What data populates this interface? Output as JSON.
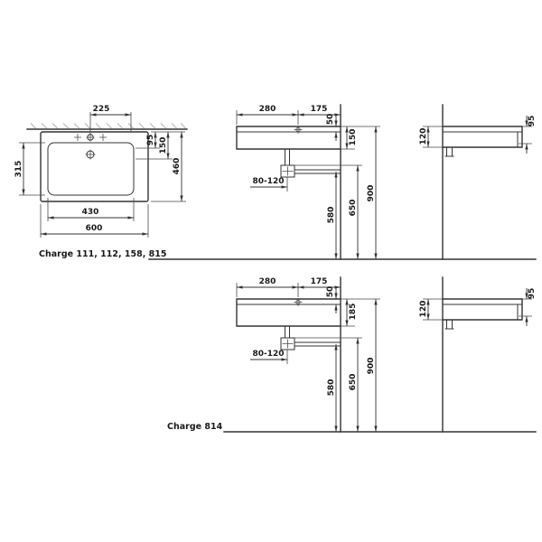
{
  "page": {
    "background": "#ffffff",
    "ink": "#333333"
  },
  "captions": {
    "top_variant": "Charge 111, 112, 158, 815",
    "bottom_variant": "Charge 814"
  },
  "plan_view": {
    "tap_to_edge": "225",
    "tap_depth_1": "95",
    "tap_depth_2": "150",
    "overall_depth": "460",
    "bowl_depth": "315",
    "bowl_width": "430",
    "overall_width": "600"
  },
  "front_view_top": {
    "edge_to_tap": "280",
    "tap_to_wall": "175",
    "deck_step": "50",
    "body_height": "150",
    "trap_range": "80-120",
    "waste_height": "580",
    "outlet_height": "650",
    "rim_height": "900"
  },
  "side_view_top": {
    "body_height": "120",
    "rim_to_overflow": "95"
  },
  "front_view_bottom": {
    "edge_to_tap": "280",
    "tap_to_wall": "175",
    "deck_step": "50",
    "body_height": "185",
    "trap_range": "80-120",
    "waste_height": "580",
    "outlet_height": "650",
    "rim_height": "900"
  },
  "side_view_bottom": {
    "body_height": "120",
    "rim_to_overflow": "95"
  }
}
